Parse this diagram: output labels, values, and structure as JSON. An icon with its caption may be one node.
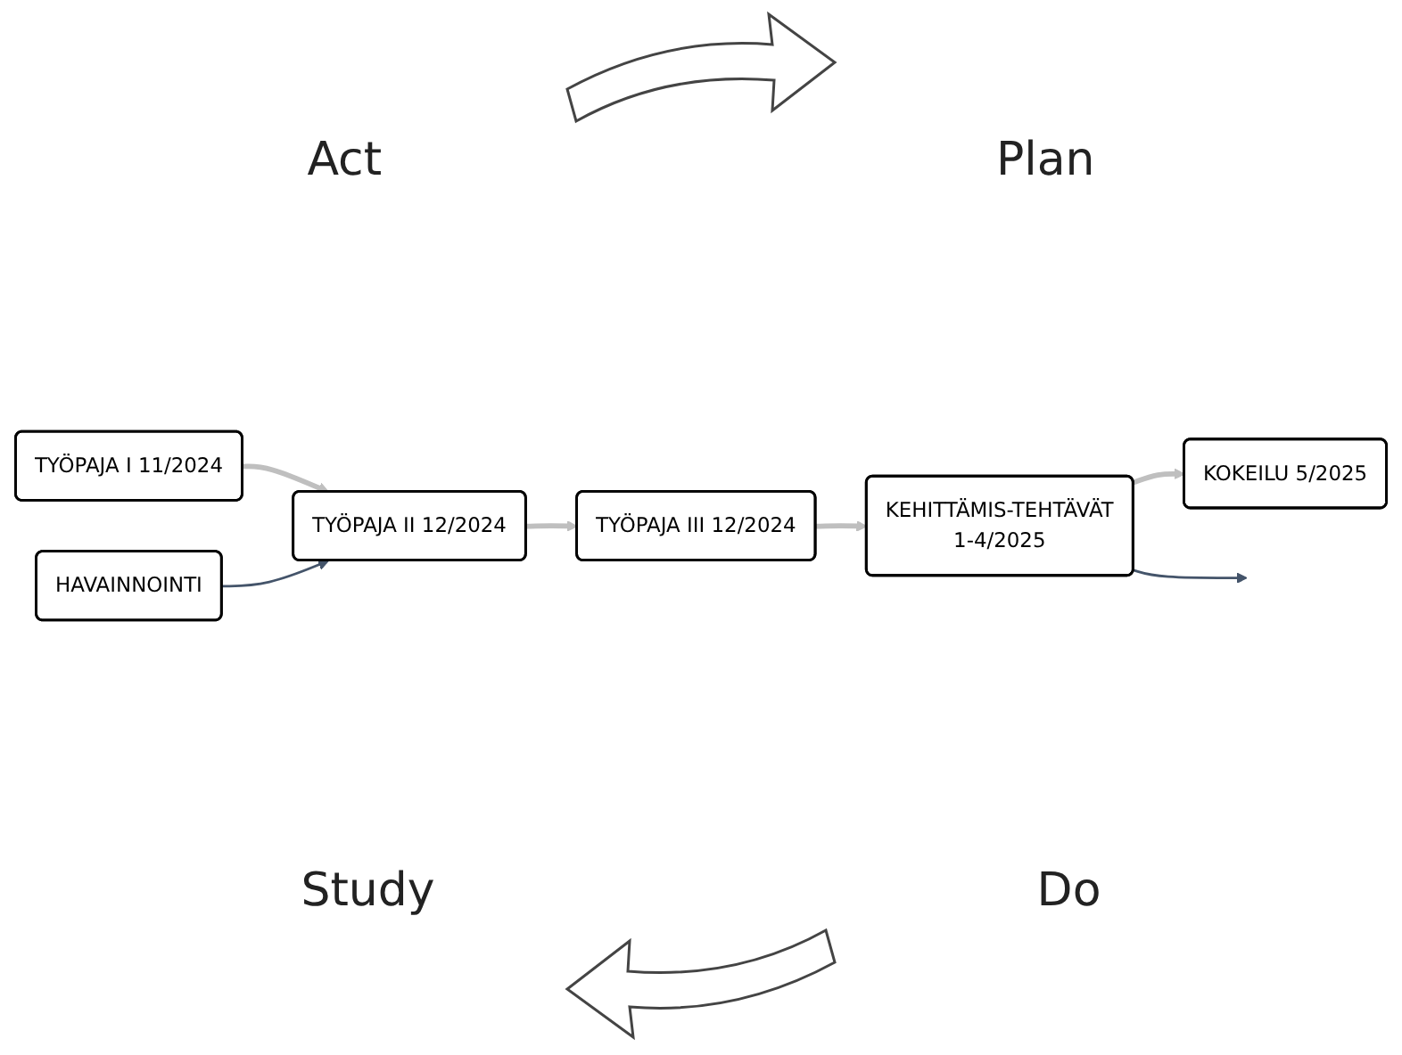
{
  "diagram": {
    "nodes": [
      {
        "text": [
          "TYÖPAJA I 11/2024"
        ]
      },
      {
        "text": [
          "TYÖPAJA II 12/2024"
        ]
      },
      {
        "text": [
          "TYÖPAJA III 12/2024"
        ]
      },
      {
        "text": [
          "KEHITTÄMIS-TEHTÄVÄT",
          "1-4/2025"
        ]
      },
      {
        "text": [
          "KOKEILU 5/2025"
        ]
      },
      {
        "text": [
          "HAVAINNOINTI"
        ]
      }
    ],
    "edges": [
      {
        "from": 0,
        "to": 1,
        "arrow": "to"
      },
      {
        "from": 1,
        "to": 2,
        "arrow": "to"
      },
      {
        "from": 2,
        "to": 3,
        "arrow": "to"
      },
      {
        "from": 3,
        "to": 4,
        "arrow": "to"
      },
      {
        "from": 5,
        "to": 1,
        "arrow": "to",
        "color": "#44546a"
      },
      {
        "from": 3,
        "to": null,
        "arrow": "to",
        "color": "#44546a"
      }
    ],
    "labels": [
      "Act",
      "Plan",
      "Study",
      "Do"
    ]
  }
}
